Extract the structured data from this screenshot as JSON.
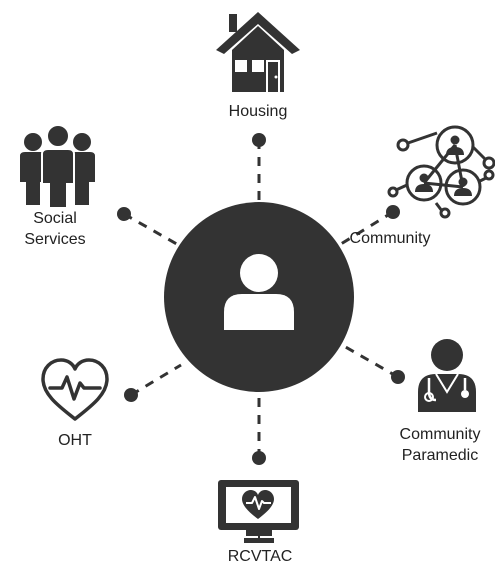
{
  "diagram": {
    "colors": {
      "dark": "#333333",
      "light": "#ffffff"
    },
    "center": {
      "icon": "person-icon"
    },
    "nodes": [
      {
        "id": "housing",
        "lines": [
          "Housing"
        ],
        "icon": "house-icon"
      },
      {
        "id": "community",
        "lines": [
          "Community"
        ],
        "icon": "community-network-icon"
      },
      {
        "id": "social-services",
        "lines": [
          "Social",
          "Services"
        ],
        "icon": "group-of-people-icon"
      },
      {
        "id": "oht",
        "lines": [
          "OHT"
        ],
        "icon": "heart-pulse-icon"
      },
      {
        "id": "community-paramedic",
        "lines": [
          "Community",
          "Paramedic"
        ],
        "icon": "paramedic-icon"
      },
      {
        "id": "rcvtac",
        "lines": [
          "RCVTAC"
        ],
        "icon": "monitor-heart-icon"
      }
    ]
  }
}
